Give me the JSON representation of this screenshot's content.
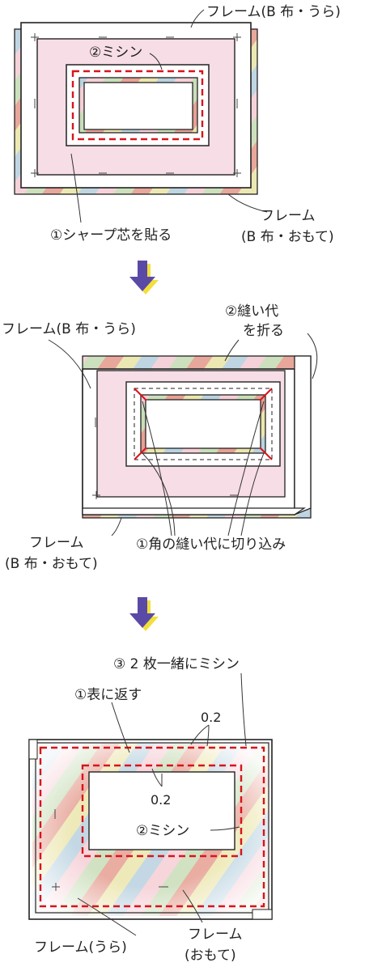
{
  "colors": {
    "interfacing_pink": "#f7dde6",
    "stitch_red": "#d8141c",
    "arrow_purple": "#5a4aa6",
    "arrow_shadow": "#f3df3a",
    "fabric_red": "#e08a7a",
    "fabric_yellow": "#e6e09a",
    "fabric_green": "#bcd6a8",
    "fabric_blue": "#a9c7d8",
    "fabric_pink": "#f2c3cc"
  },
  "step1": {
    "label_frame_back": "フレーム(B 布・うら)",
    "label_sewing": "②ミシン",
    "label_interfacing": "①シャープ芯を貼る",
    "label_frame_front_line1": "フレーム",
    "label_frame_front_line2": "(B 布・おもて)"
  },
  "step2": {
    "label_frame_back": "フレーム(B 布・うら)",
    "label_fold_line1": "②縫い代",
    "label_fold_line2": "を折る",
    "label_frame_front_line1": "フレーム",
    "label_frame_front_line2": "(B 布・おもて)",
    "label_corner_cut": "①角の縫い代に切り込み"
  },
  "step3": {
    "label_stitch_together": "③ 2 枚一緒にミシン",
    "label_turn": "①表に返す",
    "label_margin_outer": "0.2",
    "label_margin_inner": "0.2",
    "label_sewing": "②ミシン",
    "label_frame_back": "フレーム(うら)",
    "label_frame_front_line1": "フレーム",
    "label_frame_front_line2": "(おもて)"
  }
}
